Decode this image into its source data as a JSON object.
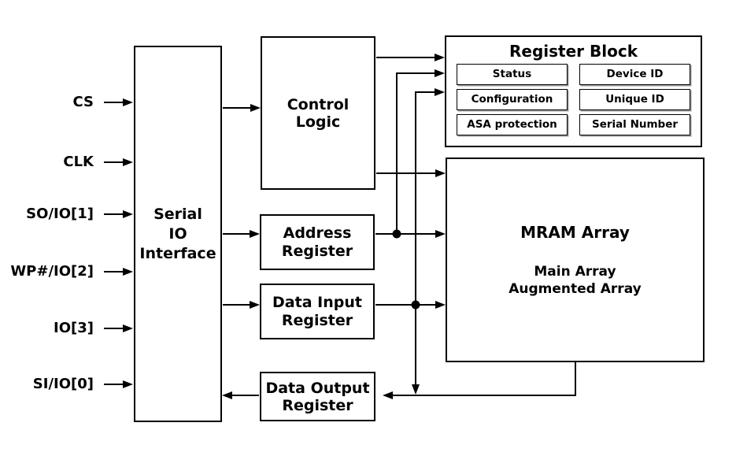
{
  "signals": [
    {
      "label": "CS"
    },
    {
      "label": "CLK"
    },
    {
      "label": "SO/IO[1]"
    },
    {
      "label": "WP#/IO[2]"
    },
    {
      "label": "IO[3]"
    },
    {
      "label": "SI/IO[0]"
    }
  ],
  "blocks": {
    "serial_io": {
      "label": "Serial\nIO\nInterface"
    },
    "control_logic": {
      "label": "Control\nLogic"
    },
    "address_register": {
      "label": "Address\nRegister"
    },
    "data_input_register": {
      "label": "Data Input\nRegister"
    },
    "data_output_register": {
      "label": "Data Output\nRegister"
    },
    "register_block": {
      "title": "Register Block",
      "cells": [
        "Status",
        "Device ID",
        "Configuration",
        "Unique ID",
        "ASA protection",
        "Serial Number"
      ]
    },
    "mram_array": {
      "title": "MRAM Array",
      "sub1": "Main Array",
      "sub2": "Augmented Array"
    }
  },
  "colors": {
    "wire": "#000000",
    "background": "#ffffff",
    "text": "#000000",
    "cell_shadow": "#9a9a9a"
  }
}
